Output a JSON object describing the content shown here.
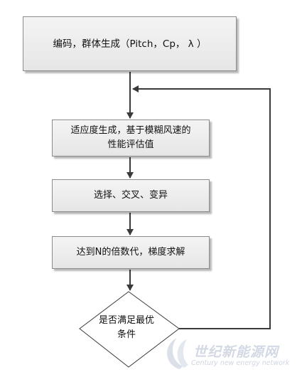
{
  "flowchart": {
    "step_encode": "编码，群体生成（Pitch，Cp，  λ ）",
    "step_fitness_line1": "适应度生成，基于模糊风速的",
    "step_fitness_line2": "性能评估值",
    "step_genetic_ops": "选择、交叉、变异",
    "step_gradient": "达到N的倍数代，梯度求解",
    "decision_line1": "是否满足最优",
    "decision_line2": "条件"
  },
  "watermark": {
    "title": "世纪新能源网",
    "subtitle": "Century new energy network"
  },
  "colors": {
    "box_fill_top": "#f4f4f4",
    "box_fill_bottom": "#e6e6e6",
    "box_border": "#8c8c8c",
    "line": "#3a3a3a",
    "watermark": "#b4bccd"
  }
}
